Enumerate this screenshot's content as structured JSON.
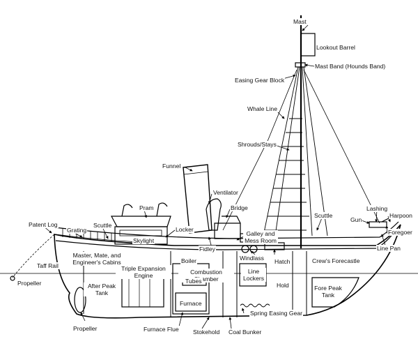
{
  "diagram": {
    "labels": {
      "mast": "Mast",
      "lookout_barrel": "Lookout Barrel",
      "mast_band": "Mast Band (Hounds Band)",
      "easing_gear_block": "Easing Gear Block",
      "whale_line": "Whale Line",
      "shrouds_stays": "Shrouds/Stays",
      "funnel": "Funnel",
      "ventilator": "Ventilator",
      "bridge": "Bridge",
      "pram": "Pram",
      "skylight": "Skylight",
      "locker": "Locker",
      "galley_mess_room": "Galley and Mess Room",
      "scuttle_aft": "Scuttle",
      "scuttle_fore": "Scuttle",
      "patent_log": "Patent Log",
      "grating": "Grating",
      "lashing": "Lashing",
      "harpoon": "Harpoon",
      "gun": "Gun",
      "foregoer": "Foregoer",
      "line_pan": "Line Pan",
      "fidley": "Fidley",
      "windlass": "Windlass",
      "hatch": "Hatch",
      "crews_forecastle": "Crew's Forecastle",
      "master_cabins": "Master, Mate, and Engineer's Cabins",
      "taff_rail": "Taff Rail",
      "propeller_stern": "Propeller",
      "triple_expansion_engine": "Triple Expansion Engine",
      "boiler": "Boiler",
      "combustion_chamber": "Combustion Chamber",
      "tubes": "Tubes",
      "line_lockers": "Line Lockers",
      "hold": "Hold",
      "fore_peak_tank": "Fore Peak Tank",
      "after_peak_tank": "After Peak Tank",
      "furnace": "Furnace",
      "spring_easing_gear": "Spring Easing Gear",
      "propeller_bottom": "Propeller",
      "furnace_flue": "Furnace Flue",
      "stokehold": "Stokehold",
      "coal_bunker": "Coal Bunker"
    }
  }
}
